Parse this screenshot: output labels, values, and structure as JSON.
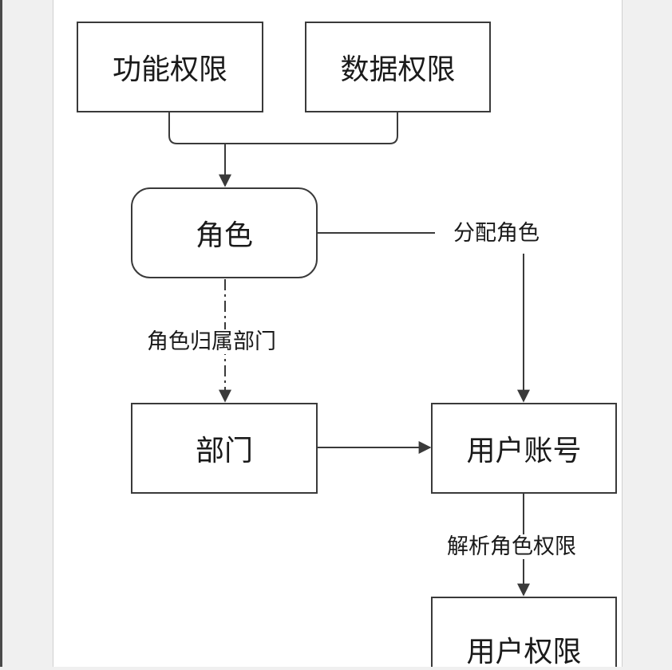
{
  "diagram": {
    "nodes": {
      "functional_permission": "功能权限",
      "data_permission": "数据权限",
      "role": "角色",
      "department": "部门",
      "user_account": "用户账号",
      "user_permission": "用户权限"
    },
    "edges": {
      "assign_role": "分配角色",
      "role_belongs_department": "角色归属部门",
      "parse_role_permission": "解析角色权限"
    }
  }
}
